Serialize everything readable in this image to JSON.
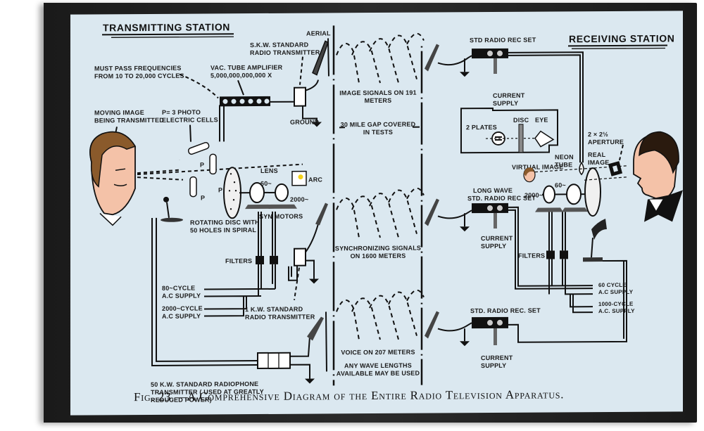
{
  "figure": {
    "caption": "Fig. 23.—A Comprehensive Diagram of the Entire Radio Television Apparatus.",
    "colors": {
      "background": "#dbe8f0",
      "ink": "#111111",
      "skin": "#f4c2a8",
      "hair_left": "#8a5a2b",
      "hair_right": "#2a1a0e",
      "frame": "#1e1e1e"
    }
  },
  "transmitting": {
    "heading": "TRANSMITTING STATION",
    "must_pass": [
      "MUST PASS FREQUENCIES",
      "FROM 10 TO 20,000 CYCLES"
    ],
    "amplifier": [
      "VAC. TUBE AMPLIFIER",
      "5,000,000,000,000 X"
    ],
    "skw": [
      "S.K.W. STANDARD",
      "RADIO TRANSMITTER"
    ],
    "aerial": "AERIAL",
    "ground": "GROUND",
    "moving_image": [
      "MOVING IMAGE",
      "BEING TRANSMITTED"
    ],
    "photo_cells": [
      "P= 3 PHOTO",
      "ELECTRIC CELLS"
    ],
    "p": "P",
    "lens": "LENS",
    "arc": "ARC",
    "sixty": "60~",
    "two_thousand": "2000~",
    "syn_motors": "SYN MOTORS",
    "rotating_disc": [
      "ROTATING DISC WITH",
      "50 HOLES IN SPIRAL"
    ],
    "filters": "FILTERS",
    "supply_80": [
      "80~CYCLE",
      "A.C SUPPLY"
    ],
    "supply_2000": [
      "2000~CYCLE",
      "A.C SUPPLY"
    ],
    "one_kw": [
      "1 K.W. STANDARD",
      "RADIO TRANSMITTER"
    ],
    "fifty_kw": [
      "50 K.W. STANDARD RADIOPHONE",
      "TRANSMITTER ( USED AT GREATLY",
      "REDUCED POWER)"
    ]
  },
  "gap": {
    "image_signals": [
      "IMAGE SIGNALS ON 191",
      "METERS"
    ],
    "mile_gap": [
      "30 MILE GAP COVERED",
      "IN TESTS"
    ],
    "sync_signals": [
      "SYNCHRONIZING SIGNALS",
      "ON 1600 METERS"
    ],
    "voice": "VOICE ON 207 METERS",
    "any_wave": [
      "ANY WAVE LENGTHS",
      "AVAILABLE MAY BE USED"
    ]
  },
  "receiving": {
    "heading": "RECEIVING STATION",
    "std_set_top": "STD RADIO REC SET",
    "current_supply": [
      "CURRENT",
      "SUPPLY"
    ],
    "disc": "DISC",
    "eye": "EYE",
    "two_plates": "2 PLATES",
    "neon_tube": [
      "NEON",
      "TUBE"
    ],
    "virtual_image": "VIRTUAL IMAGE",
    "real_image": [
      "REAL",
      "IMAGE"
    ],
    "aperture": [
      "2 × 2½",
      "APERTURE"
    ],
    "long_wave": [
      "LONG WAVE",
      "STD. RADIO REC SET"
    ],
    "sixty": "60~",
    "two_thousand": "2000~",
    "filters": "FILTERS",
    "supply_60": [
      "60 CYCLE",
      "A.C SUPPLY"
    ],
    "supply_1000": [
      "1000-CYCLE",
      "A.C. SUPPLY"
    ],
    "std_set_bottom": "STD. RADIO REC. SET"
  }
}
